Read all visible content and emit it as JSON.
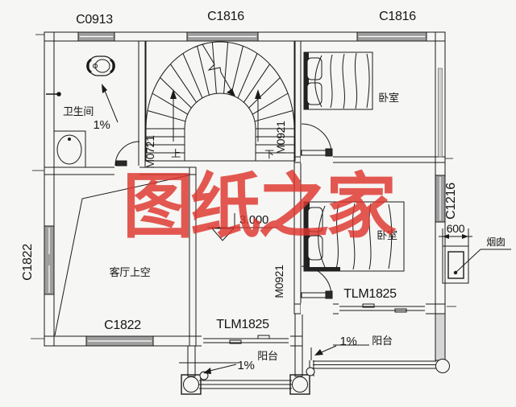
{
  "colors": {
    "background": "#f6f6f4",
    "line": "#1a1a1a",
    "window_fill": "#9f9f9f",
    "watermark_red": "#dd352d"
  },
  "watermark": {
    "text": "图纸之家"
  },
  "labels": {
    "win_c0913": "C0913",
    "win_c1816_center": "C1816",
    "win_c1816_right": "C1816",
    "win_c1822_left": "C1822",
    "win_c1822_bottom": "C1822",
    "win_c1216_right": "C1216",
    "door_m0721": "M0721",
    "door_m0921_top": "M0921",
    "door_m0921_bottom": "M0921",
    "door_tlm1825_center": "TLM1825",
    "door_tlm1825_right": "TLM1825"
  },
  "rooms": {
    "bathroom": "卫生间",
    "bedroom_top": "卧室",
    "bedroom_bottom": "卧室",
    "living_void": "客厅上空",
    "balcony_center": "阳台",
    "balcony_right": "阳台"
  },
  "stairs": {
    "up": "上",
    "down": "下"
  },
  "notes": {
    "slope_bath": "1%",
    "slope_balcony_center": "1%",
    "slope_balcony_right": "1%",
    "elevation": "3.000",
    "chimney": "烟囱",
    "chimney_width": "600"
  }
}
